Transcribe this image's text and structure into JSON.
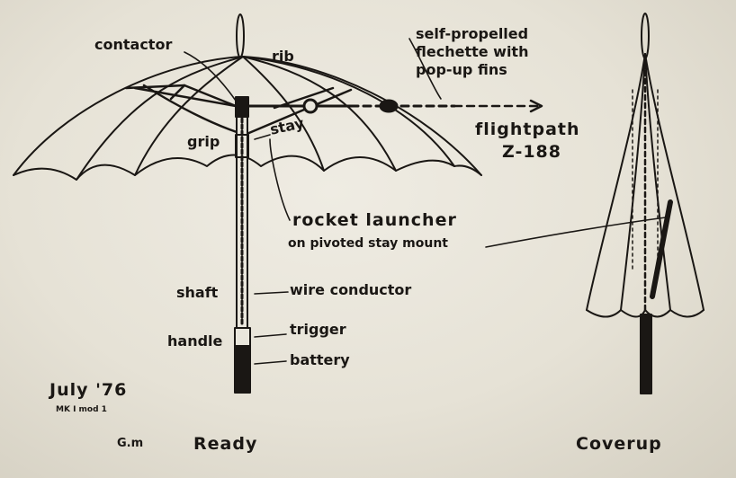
{
  "labels": {
    "contactor": "contactor",
    "rib": "rib",
    "self_propelled_1": "self-propelled",
    "self_propelled_2": "flechette with",
    "self_propelled_3": "pop-up fins",
    "flightpath_1": "flightpath",
    "flightpath_2": "Z-188",
    "grip": "grip",
    "stay": "stay",
    "rocket_launcher_1": "rocket launcher",
    "rocket_launcher_2": "on pivoted stay mount",
    "shaft": "shaft",
    "wire_conductor": "wire conductor",
    "handle": "handle",
    "trigger": "trigger",
    "battery": "battery",
    "date": "July '76",
    "model": "MK I mod 1",
    "signature": "G.m",
    "caption_ready": "Ready",
    "caption_coverup": "Coverup"
  },
  "colors": {
    "paper": "#e9e6dc",
    "ink": "#1a1714"
  }
}
